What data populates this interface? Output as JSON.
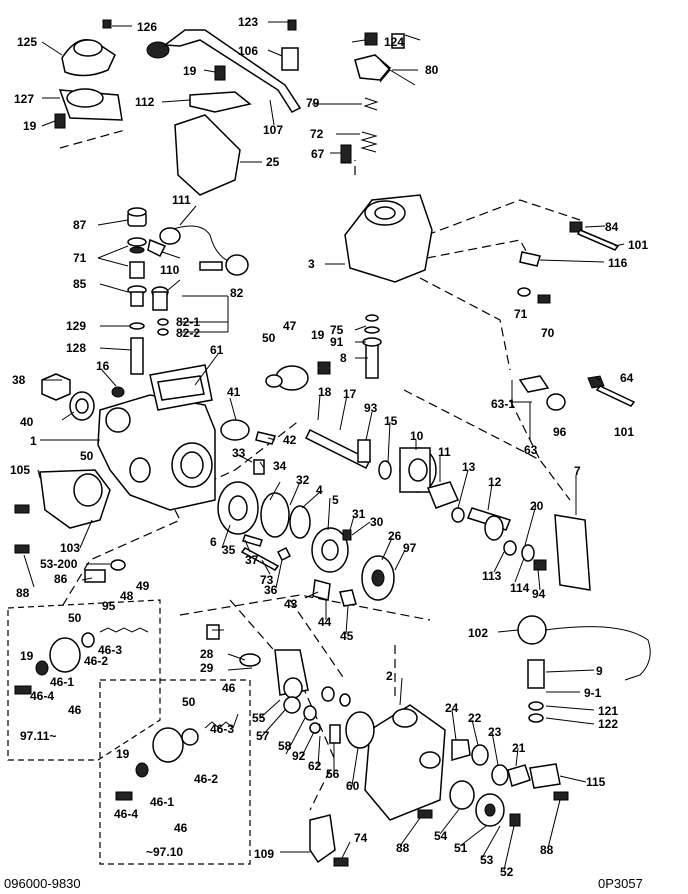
{
  "footer": {
    "left_code": "096000-9830",
    "right_code": "0P3057"
  },
  "notes": {
    "date_a": "97.11~",
    "date_b": "~97.10"
  },
  "parts": [
    {
      "id": "p1",
      "text": "1"
    },
    {
      "id": "p2",
      "text": "2"
    },
    {
      "id": "p3",
      "text": "3"
    },
    {
      "id": "p4",
      "text": "4"
    },
    {
      "id": "p5",
      "text": "5"
    },
    {
      "id": "p6",
      "text": "6"
    },
    {
      "id": "p7",
      "text": "7"
    },
    {
      "id": "p8",
      "text": "8"
    },
    {
      "id": "p9",
      "text": "9"
    },
    {
      "id": "p9_1",
      "text": "9-1"
    },
    {
      "id": "p10",
      "text": "10"
    },
    {
      "id": "p11",
      "text": "11"
    },
    {
      "id": "p12",
      "text": "12"
    },
    {
      "id": "p13",
      "text": "13"
    },
    {
      "id": "p15",
      "text": "15"
    },
    {
      "id": "p16",
      "text": "16"
    },
    {
      "id": "p17",
      "text": "17"
    },
    {
      "id": "p18",
      "text": "18"
    },
    {
      "id": "p19a",
      "text": "19"
    },
    {
      "id": "p19b",
      "text": "19"
    },
    {
      "id": "p19c",
      "text": "19"
    },
    {
      "id": "p19d",
      "text": "19"
    },
    {
      "id": "p19e",
      "text": "19"
    },
    {
      "id": "p20",
      "text": "20"
    },
    {
      "id": "p21",
      "text": "21"
    },
    {
      "id": "p22",
      "text": "22"
    },
    {
      "id": "p23",
      "text": "23"
    },
    {
      "id": "p24",
      "text": "24"
    },
    {
      "id": "p25",
      "text": "25"
    },
    {
      "id": "p26",
      "text": "26"
    },
    {
      "id": "p28",
      "text": "28"
    },
    {
      "id": "p29",
      "text": "29"
    },
    {
      "id": "p30",
      "text": "30"
    },
    {
      "id": "p31",
      "text": "31"
    },
    {
      "id": "p32",
      "text": "32"
    },
    {
      "id": "p33",
      "text": "33"
    },
    {
      "id": "p34",
      "text": "34"
    },
    {
      "id": "p35",
      "text": "35"
    },
    {
      "id": "p36",
      "text": "36"
    },
    {
      "id": "p37",
      "text": "37"
    },
    {
      "id": "p38",
      "text": "38"
    },
    {
      "id": "p40",
      "text": "40"
    },
    {
      "id": "p41",
      "text": "41"
    },
    {
      "id": "p42",
      "text": "42"
    },
    {
      "id": "p43",
      "text": "43"
    },
    {
      "id": "p44",
      "text": "44"
    },
    {
      "id": "p45",
      "text": "45"
    },
    {
      "id": "p46a",
      "text": "46"
    },
    {
      "id": "p46_1a",
      "text": "46-1"
    },
    {
      "id": "p46_2a",
      "text": "46-2"
    },
    {
      "id": "p46_3a",
      "text": "46-3"
    },
    {
      "id": "p46_4a",
      "text": "46-4"
    },
    {
      "id": "p46b",
      "text": "46"
    },
    {
      "id": "p46c",
      "text": "46"
    },
    {
      "id": "p46_1b",
      "text": "46-1"
    },
    {
      "id": "p46_2b",
      "text": "46-2"
    },
    {
      "id": "p46_3b",
      "text": "46-3"
    },
    {
      "id": "p46_4b",
      "text": "46-4"
    },
    {
      "id": "p46d",
      "text": "46"
    },
    {
      "id": "p47",
      "text": "47"
    },
    {
      "id": "p48",
      "text": "48"
    },
    {
      "id": "p49",
      "text": "49"
    },
    {
      "id": "p50a",
      "text": "50"
    },
    {
      "id": "p50b",
      "text": "50"
    },
    {
      "id": "p50c",
      "text": "50"
    },
    {
      "id": "p50d",
      "text": "50"
    },
    {
      "id": "p51",
      "text": "51"
    },
    {
      "id": "p52",
      "text": "52"
    },
    {
      "id": "p53",
      "text": "53"
    },
    {
      "id": "p53_200",
      "text": "53-200"
    },
    {
      "id": "p54",
      "text": "54"
    },
    {
      "id": "p55",
      "text": "55"
    },
    {
      "id": "p56",
      "text": "56"
    },
    {
      "id": "p57",
      "text": "57"
    },
    {
      "id": "p58",
      "text": "58"
    },
    {
      "id": "p60",
      "text": "60"
    },
    {
      "id": "p61",
      "text": "61"
    },
    {
      "id": "p62",
      "text": "62"
    },
    {
      "id": "p63",
      "text": "63"
    },
    {
      "id": "p63_1",
      "text": "63-1"
    },
    {
      "id": "p64",
      "text": "64"
    },
    {
      "id": "p67",
      "text": "67"
    },
    {
      "id": "p70",
      "text": "70"
    },
    {
      "id": "p71a",
      "text": "71"
    },
    {
      "id": "p71b",
      "text": "71"
    },
    {
      "id": "p72",
      "text": "72"
    },
    {
      "id": "p73",
      "text": "73"
    },
    {
      "id": "p74",
      "text": "74"
    },
    {
      "id": "p75",
      "text": "75"
    },
    {
      "id": "p79",
      "text": "79"
    },
    {
      "id": "p80",
      "text": "80"
    },
    {
      "id": "p82",
      "text": "82"
    },
    {
      "id": "p82_1",
      "text": "82-1"
    },
    {
      "id": "p82_2",
      "text": "82-2"
    },
    {
      "id": "p84",
      "text": "84"
    },
    {
      "id": "p85",
      "text": "85"
    },
    {
      "id": "p86",
      "text": "86"
    },
    {
      "id": "p87",
      "text": "87"
    },
    {
      "id": "p88a",
      "text": "88"
    },
    {
      "id": "p88b",
      "text": "88"
    },
    {
      "id": "p88c",
      "text": "88"
    },
    {
      "id": "p91",
      "text": "91"
    },
    {
      "id": "p92",
      "text": "92"
    },
    {
      "id": "p93",
      "text": "93"
    },
    {
      "id": "p94",
      "text": "94"
    },
    {
      "id": "p95",
      "text": "95"
    },
    {
      "id": "p96",
      "text": "96"
    },
    {
      "id": "p97",
      "text": "97"
    },
    {
      "id": "p101a",
      "text": "101"
    },
    {
      "id": "p101b",
      "text": "101"
    },
    {
      "id": "p102",
      "text": "102"
    },
    {
      "id": "p103",
      "text": "103"
    },
    {
      "id": "p105",
      "text": "105"
    },
    {
      "id": "p106",
      "text": "106"
    },
    {
      "id": "p107",
      "text": "107"
    },
    {
      "id": "p109",
      "text": "109"
    },
    {
      "id": "p110",
      "text": "110"
    },
    {
      "id": "p111",
      "text": "111"
    },
    {
      "id": "p112",
      "text": "112"
    },
    {
      "id": "p113",
      "text": "113"
    },
    {
      "id": "p114",
      "text": "114"
    },
    {
      "id": "p115",
      "text": "115"
    },
    {
      "id": "p116",
      "text": "116"
    },
    {
      "id": "p121",
      "text": "121"
    },
    {
      "id": "p122",
      "text": "122"
    },
    {
      "id": "p123",
      "text": "123"
    },
    {
      "id": "p124",
      "text": "124"
    },
    {
      "id": "p125",
      "text": "125"
    },
    {
      "id": "p126",
      "text": "126"
    },
    {
      "id": "p127",
      "text": "127"
    },
    {
      "id": "p128",
      "text": "128"
    },
    {
      "id": "p129",
      "text": "129"
    }
  ]
}
